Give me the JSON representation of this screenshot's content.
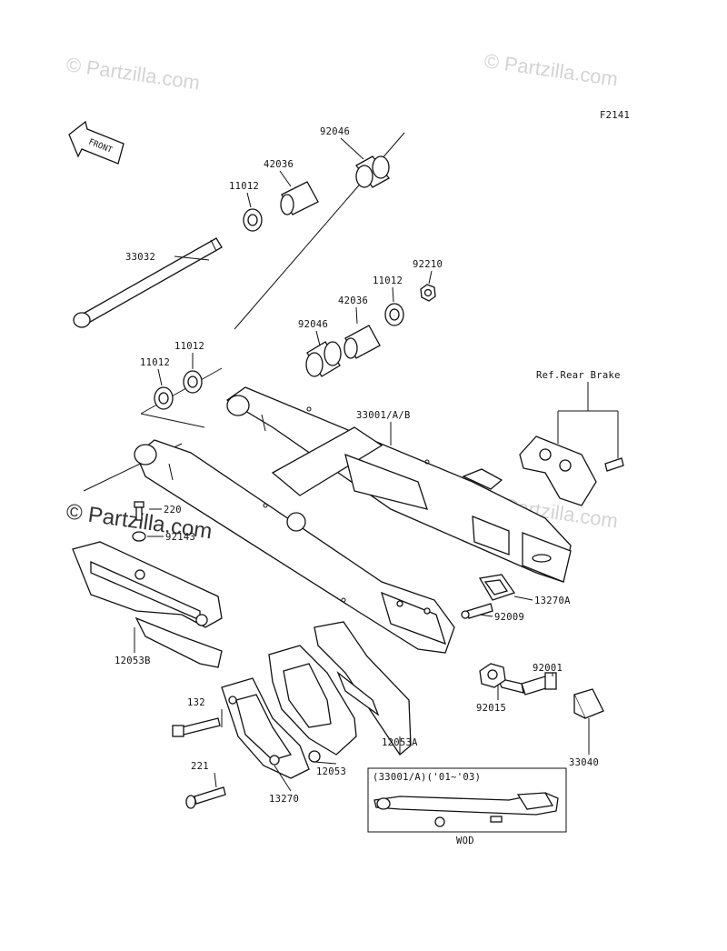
{
  "diagram_code": "F2141",
  "watermarks": [
    "© Partzilla.com",
    "© Partzilla.com",
    "© Partzilla.com",
    "© Partzilla.com"
  ],
  "front_label": "FRONT",
  "ref_note": "Ref.Rear Brake",
  "inset": {
    "title": "(33001/A)('01~'03)",
    "caption": "WOD"
  },
  "parts": [
    "92046",
    "42036",
    "11012",
    "33032",
    "92210",
    "11012",
    "42036",
    "92046",
    "11012",
    "11012",
    "33001/A/B",
    "220",
    "92143",
    "12053B",
    "13270A",
    "92009",
    "92001",
    "92015",
    "132",
    "12053A",
    "33040",
    "12053",
    "221",
    "13270"
  ]
}
